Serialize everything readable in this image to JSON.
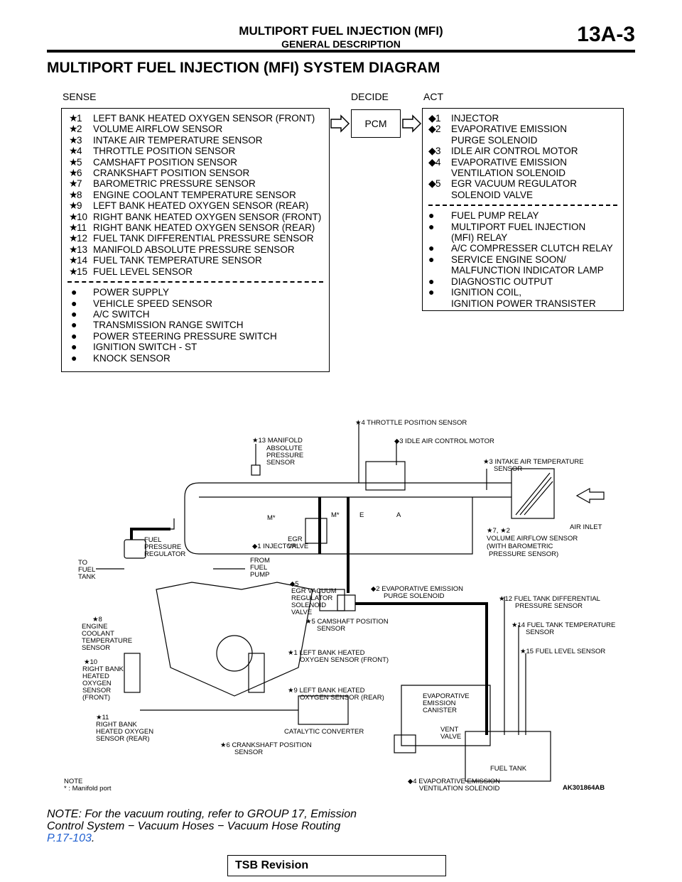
{
  "header": {
    "title": "MULTIPORT FUEL INJECTION (MFI)",
    "subtitle": "GENERAL DESCRIPTION",
    "page": "13A-3"
  },
  "page_title": "MULTIPORT FUEL INJECTION (MFI) SYSTEM DIAGRAM",
  "columns": {
    "sense": "SENSE",
    "decide": "DECIDE",
    "act": "ACT"
  },
  "pcm": "PCM",
  "sense_items": [
    {
      "mark": "★",
      "num": "1",
      "label": "LEFT BANK HEATED OXYGEN SENSOR (FRONT)"
    },
    {
      "mark": "★",
      "num": "2",
      "label": "VOLUME AIRFLOW SENSOR"
    },
    {
      "mark": "★",
      "num": "3",
      "label": "INTAKE AIR TEMPERATURE SENSOR"
    },
    {
      "mark": "★",
      "num": "4",
      "label": "THROTTLE POSITION SENSOR"
    },
    {
      "mark": "★",
      "num": "5",
      "label": "CAMSHAFT POSITION SENSOR"
    },
    {
      "mark": "★",
      "num": "6",
      "label": "CRANKSHAFT POSITION SENSOR"
    },
    {
      "mark": "★",
      "num": "7",
      "label": "BAROMETRIC PRESSURE SENSOR"
    },
    {
      "mark": "★",
      "num": "8",
      "label": "ENGINE COOLANT TEMPERATURE SENSOR"
    },
    {
      "mark": "★",
      "num": "9",
      "label": "LEFT BANK HEATED OXYGEN SENSOR (REAR)"
    },
    {
      "mark": "★",
      "num": "10",
      "label": "RIGHT BANK HEATED OXYGEN SENSOR (FRONT)"
    },
    {
      "mark": "★",
      "num": "11",
      "label": "RIGHT BANK HEATED OXYGEN SENSOR (REAR)"
    },
    {
      "mark": "★",
      "num": "12",
      "label": "FUEL TANK DIFFERENTIAL PRESSURE SENSOR"
    },
    {
      "mark": "★",
      "num": "13",
      "label": "MANIFOLD ABSOLUTE PRESSURE SENSOR"
    },
    {
      "mark": "★",
      "num": "14",
      "label": "FUEL TANK TEMPERATURE SENSOR"
    },
    {
      "mark": "★",
      "num": "15",
      "label": "FUEL LEVEL SENSOR"
    }
  ],
  "sense_other": [
    "POWER SUPPLY",
    "VEHICLE SPEED SENSOR",
    "A/C SWITCH",
    "TRANSMISSION RANGE SWITCH",
    "POWER STEERING PRESSURE SWITCH",
    "IGNITION SWITCH - ST",
    "KNOCK SENSOR"
  ],
  "act_items": [
    {
      "mark": "◆",
      "num": "1",
      "label": "INJECTOR"
    },
    {
      "mark": "◆",
      "num": "2",
      "label": "EVAPORATIVE EMISSION\nPURGE SOLENOID"
    },
    {
      "mark": "◆",
      "num": "3",
      "label": "IDLE AIR CONTROL MOTOR"
    },
    {
      "mark": "◆",
      "num": "4",
      "label": "EVAPORATIVE EMISSION\nVENTILATION SOLENOID"
    },
    {
      "mark": "◆",
      "num": "5",
      "label": "EGR VACUUM REGULATOR\nSOLENOID VALVE"
    }
  ],
  "act_other": [
    "FUEL PUMP RELAY",
    "MULTIPORT FUEL INJECTION\n(MFI) RELAY",
    "A/C COMPRESSER CLUTCH RELAY",
    "SERVICE ENGINE SOON/\nMALFUNCTION INDICATOR LAMP",
    "DIAGNOSTIC OUTPUT",
    "IGNITION COIL,\nIGNITION POWER TRANSISTER"
  ],
  "diagram_labels": {
    "tps": "★4 THROTTLE POSITION SENSOR",
    "iac": "◆3 IDLE AIR CONTROL MOTOR",
    "map": [
      "★13 MANIFOLD",
      "ABSOLUTE",
      "PRESSURE",
      "SENSOR"
    ],
    "iat": [
      "★3 INTAKE AIR TEMPERATURE",
      "SENSOR"
    ],
    "air_inlet": "AIR INLET",
    "vaf": [
      "★7, ★2",
      "VOLUME AIRFLOW SENSOR",
      "(WITH BAROMETRIC",
      "PRESSURE SENSOR)"
    ],
    "fpr": [
      "FUEL",
      "PRESSURE",
      "REGULATOR"
    ],
    "injector": "◆1 INJECTOR",
    "to_tank": [
      "TO",
      "FUEL",
      "TANK"
    ],
    "from_pump": [
      "FROM",
      "FUEL",
      "PUMP"
    ],
    "egr_valve": [
      "EGR",
      "VALVE"
    ],
    "egr_sol": [
      "◆5",
      "EGR VACUUM",
      "REGULATOR",
      "SOLENOID",
      "VALVE"
    ],
    "purge": [
      "◆2 EVAPORATIVE EMISSION",
      "PURGE SOLENOID"
    ],
    "ect": [
      "★8",
      "ENGINE",
      "COOLANT",
      "TEMPERATURE",
      "SENSOR"
    ],
    "cmp": [
      "★5 CAMSHAFT POSITION",
      "SENSOR"
    ],
    "ftdp": [
      "★12 FUEL TANK DIFFERENTIAL",
      "PRESSURE SENSOR"
    ],
    "ftt": [
      "★14 FUEL TANK TEMPERATURE",
      "SENSOR"
    ],
    "fls": "★15 FUEL LEVEL SENSOR",
    "rbf": [
      "★10",
      "RIGHT BANK",
      "HEATED",
      "OXYGEN",
      "SENSOR",
      "(FRONT)"
    ],
    "lbf": [
      "★1 LEFT BANK HEATED",
      "OXYGEN SENSOR (FRONT)"
    ],
    "lbr": [
      "★9 LEFT BANK HEATED",
      "OXYGEN SENSOR (REAR)"
    ],
    "canister": [
      "EVAPORATIVE",
      "EMISSION",
      "CANISTER"
    ],
    "vent": [
      "VENT",
      "VALVE"
    ],
    "rbr": [
      "★11",
      "RIGHT BANK",
      "HEATED OXYGEN",
      "SENSOR (REAR)"
    ],
    "cat": "CATALYTIC CONVERTER",
    "ckp": [
      "★6 CRANKSHAFT POSITION",
      "SENSOR"
    ],
    "fuel_tank": "FUEL TANK",
    "vent_sol": [
      "◆4 EVAPORATIVE EMISSION",
      "VENTILATION SOLENOID"
    ],
    "port_m1": "M*",
    "port_m2": "M*",
    "port_e": "E",
    "port_a": "A",
    "note": [
      "NOTE",
      "* : Manifold port"
    ],
    "fig_id": "AK301864AB"
  },
  "bottom_note": {
    "text": "NOTE: For the vacuum routing, refer to GROUP 17, Emission Control System − Vacuum Hoses − Vacuum Hose Routing ",
    "link": "P.17-103",
    "end": "."
  },
  "footer": "TSB Revision"
}
